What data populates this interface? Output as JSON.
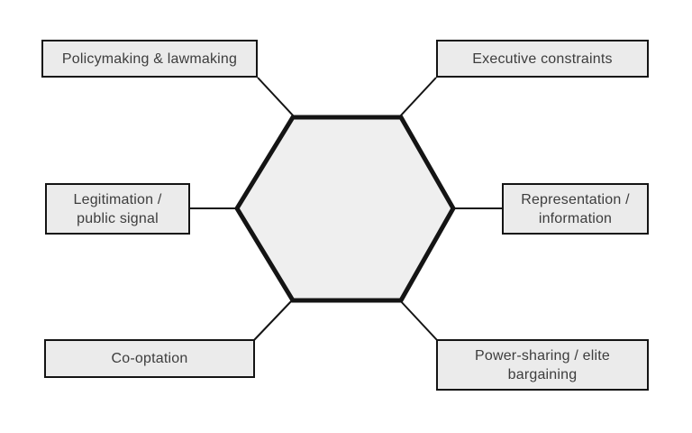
{
  "diagram": {
    "type": "hub-and-spoke",
    "center": {
      "shape": "hexagon",
      "label": ""
    },
    "nodes": [
      {
        "id": "policymaking-lawmaking",
        "position": "top-left",
        "label": "Policymaking & lawmaking"
      },
      {
        "id": "executive-constraints",
        "position": "top-right",
        "label": "Executive constraints"
      },
      {
        "id": "legitimation-public-signal",
        "position": "middle-left",
        "label": "Legitimation /\npublic signal"
      },
      {
        "id": "representation-information",
        "position": "middle-right",
        "label": "Representation /\ninformation"
      },
      {
        "id": "co-optation",
        "position": "bottom-left",
        "label": "Co-optation"
      },
      {
        "id": "power-sharing-elite-bargaining",
        "position": "bottom-right",
        "label": "Power-sharing / elite\nbargaining"
      }
    ],
    "colors": {
      "background": "#ffffff",
      "box_fill": "#ebebeb",
      "hexagon_fill": "#efefef",
      "border": "#141414",
      "text": "#3d3d3d"
    }
  }
}
